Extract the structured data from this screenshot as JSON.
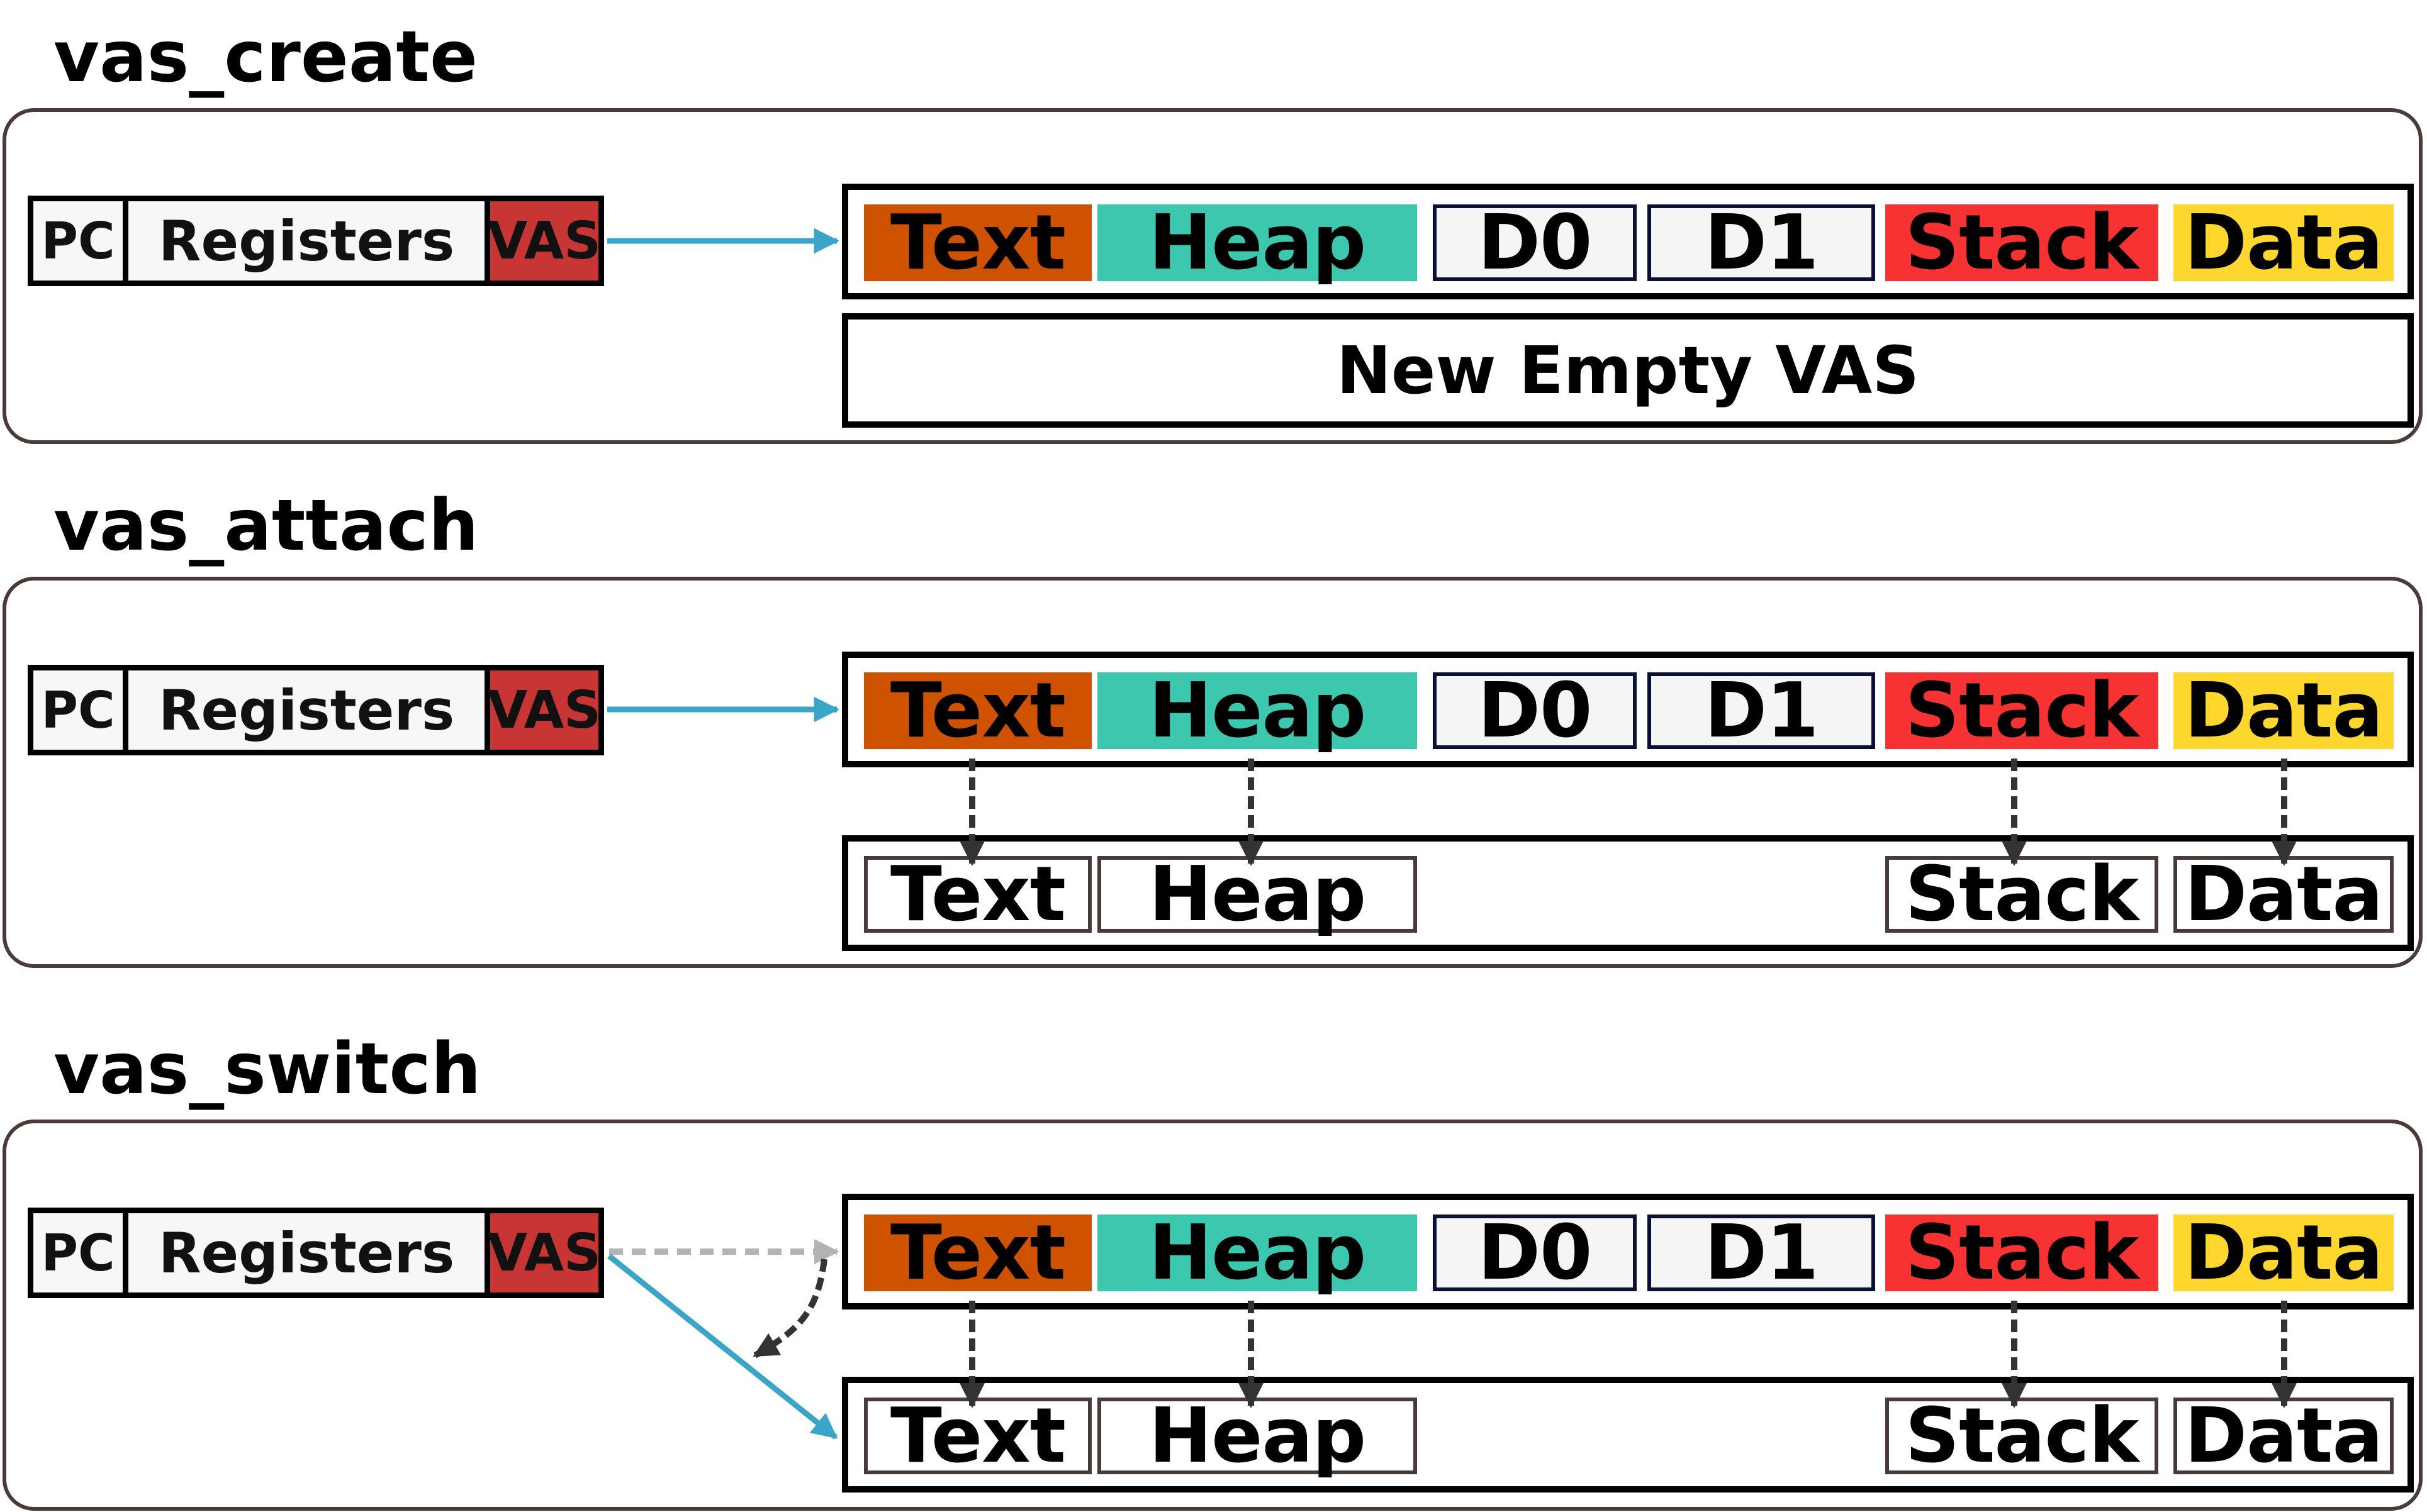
{
  "create": {
    "title": "vas_create",
    "empty_label": "New Empty VAS"
  },
  "attach": {
    "title": "vas_attach"
  },
  "switch": {
    "title": "vas_switch"
  },
  "thread": {
    "pc": "PC",
    "registers": "Registers",
    "vas": "VAS"
  },
  "segments": {
    "text": "Text",
    "heap": "Heap",
    "d0": "D0",
    "d1": "D1",
    "stack": "Stack",
    "data": "Data"
  },
  "colors": {
    "text": "#cf5200",
    "heap": "#3cc8ae",
    "stack": "#f63232",
    "data": "#fdd72d",
    "vas": "#c83535",
    "arrow": "#3aa5c8",
    "dashed": "#333333",
    "dashed_light": "#b3b3b3",
    "frame": "#4a3a38"
  }
}
